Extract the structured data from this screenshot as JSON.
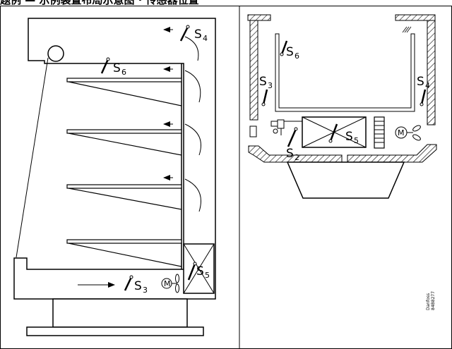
{
  "header": {
    "text": "题例 — 示例装置布局示意图 · 传感器位置"
  },
  "sensors": {
    "s2": {
      "letter": "S",
      "num": "2"
    },
    "s3": {
      "letter": "S",
      "num": "3"
    },
    "s4": {
      "letter": "S",
      "num": "4"
    },
    "s5": {
      "letter": "S",
      "num": "5"
    },
    "s6": {
      "letter": "S",
      "num": "6"
    }
  },
  "motor": {
    "label": "M"
  },
  "credit": {
    "line1": "Danfoss",
    "line2": "84B8277"
  }
}
